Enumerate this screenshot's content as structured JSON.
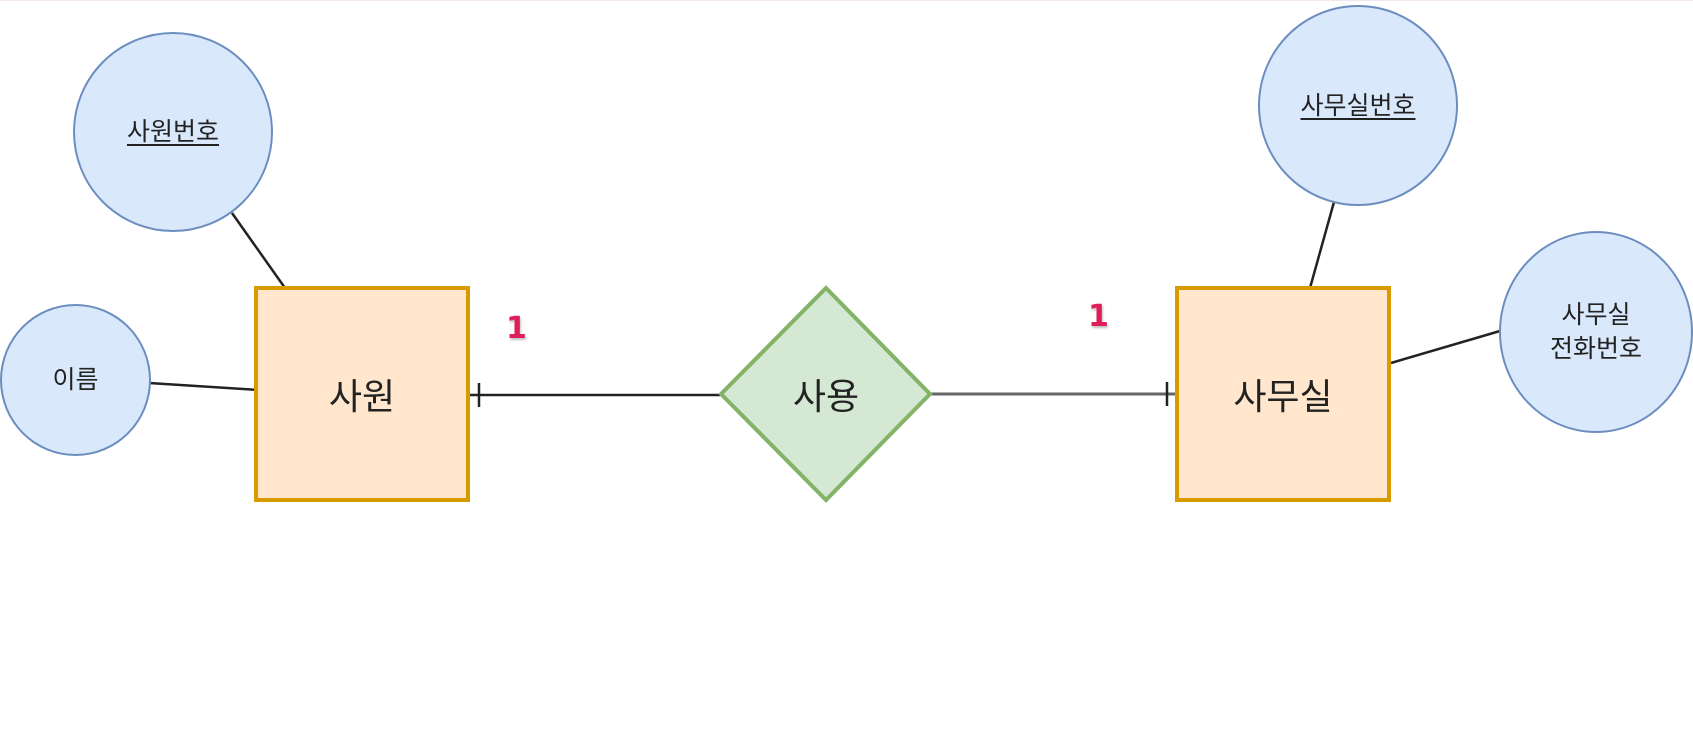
{
  "diagram": {
    "entities": {
      "employee": "사원",
      "office": "사무실"
    },
    "relationship": "사용",
    "attributes": {
      "employee_id": "사원번호",
      "name": "이름",
      "office_id": "사무실번호",
      "office_phone": "사무실\n전화번호"
    },
    "cardinality": {
      "employee_side": "1",
      "office_side": "1"
    }
  },
  "colors": {
    "entity_fill": "#ffe6cc",
    "entity_border": "#d79b00",
    "relationship_fill": "#d5e8d4",
    "relationship_border": "#82b366",
    "attribute_fill": "#dae8fc",
    "attribute_border": "#6c8ebf",
    "cardinality_text": "#e01f5a"
  }
}
